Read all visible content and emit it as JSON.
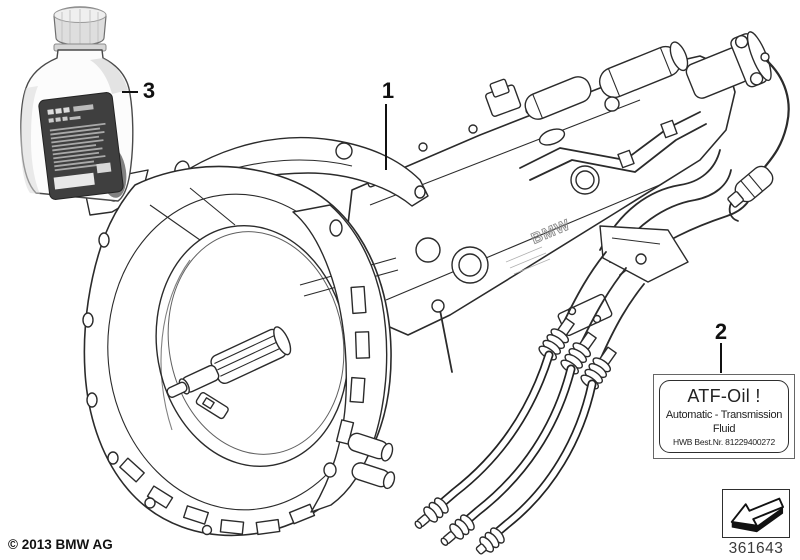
{
  "page": {
    "background": "#ffffff",
    "copyright": "© 2013 BMW AG",
    "diagram_number": "361643"
  },
  "callouts": {
    "transmission": {
      "number": "1"
    },
    "atf_label": {
      "number": "2"
    },
    "oil_bottle": {
      "number": "3"
    }
  },
  "atf_box": {
    "title": "ATF-Oil !",
    "line1": "Automatic - Transmission",
    "line2": "Fluid",
    "line3": "HWB Best.Nr. 81229400272"
  },
  "drawing": {
    "case_embossing": "BMW",
    "line_color": "#2b2b2b",
    "bottle_label_color": "#3f3f3f"
  },
  "stamp": {
    "icon": "direction-arrow-icon"
  }
}
